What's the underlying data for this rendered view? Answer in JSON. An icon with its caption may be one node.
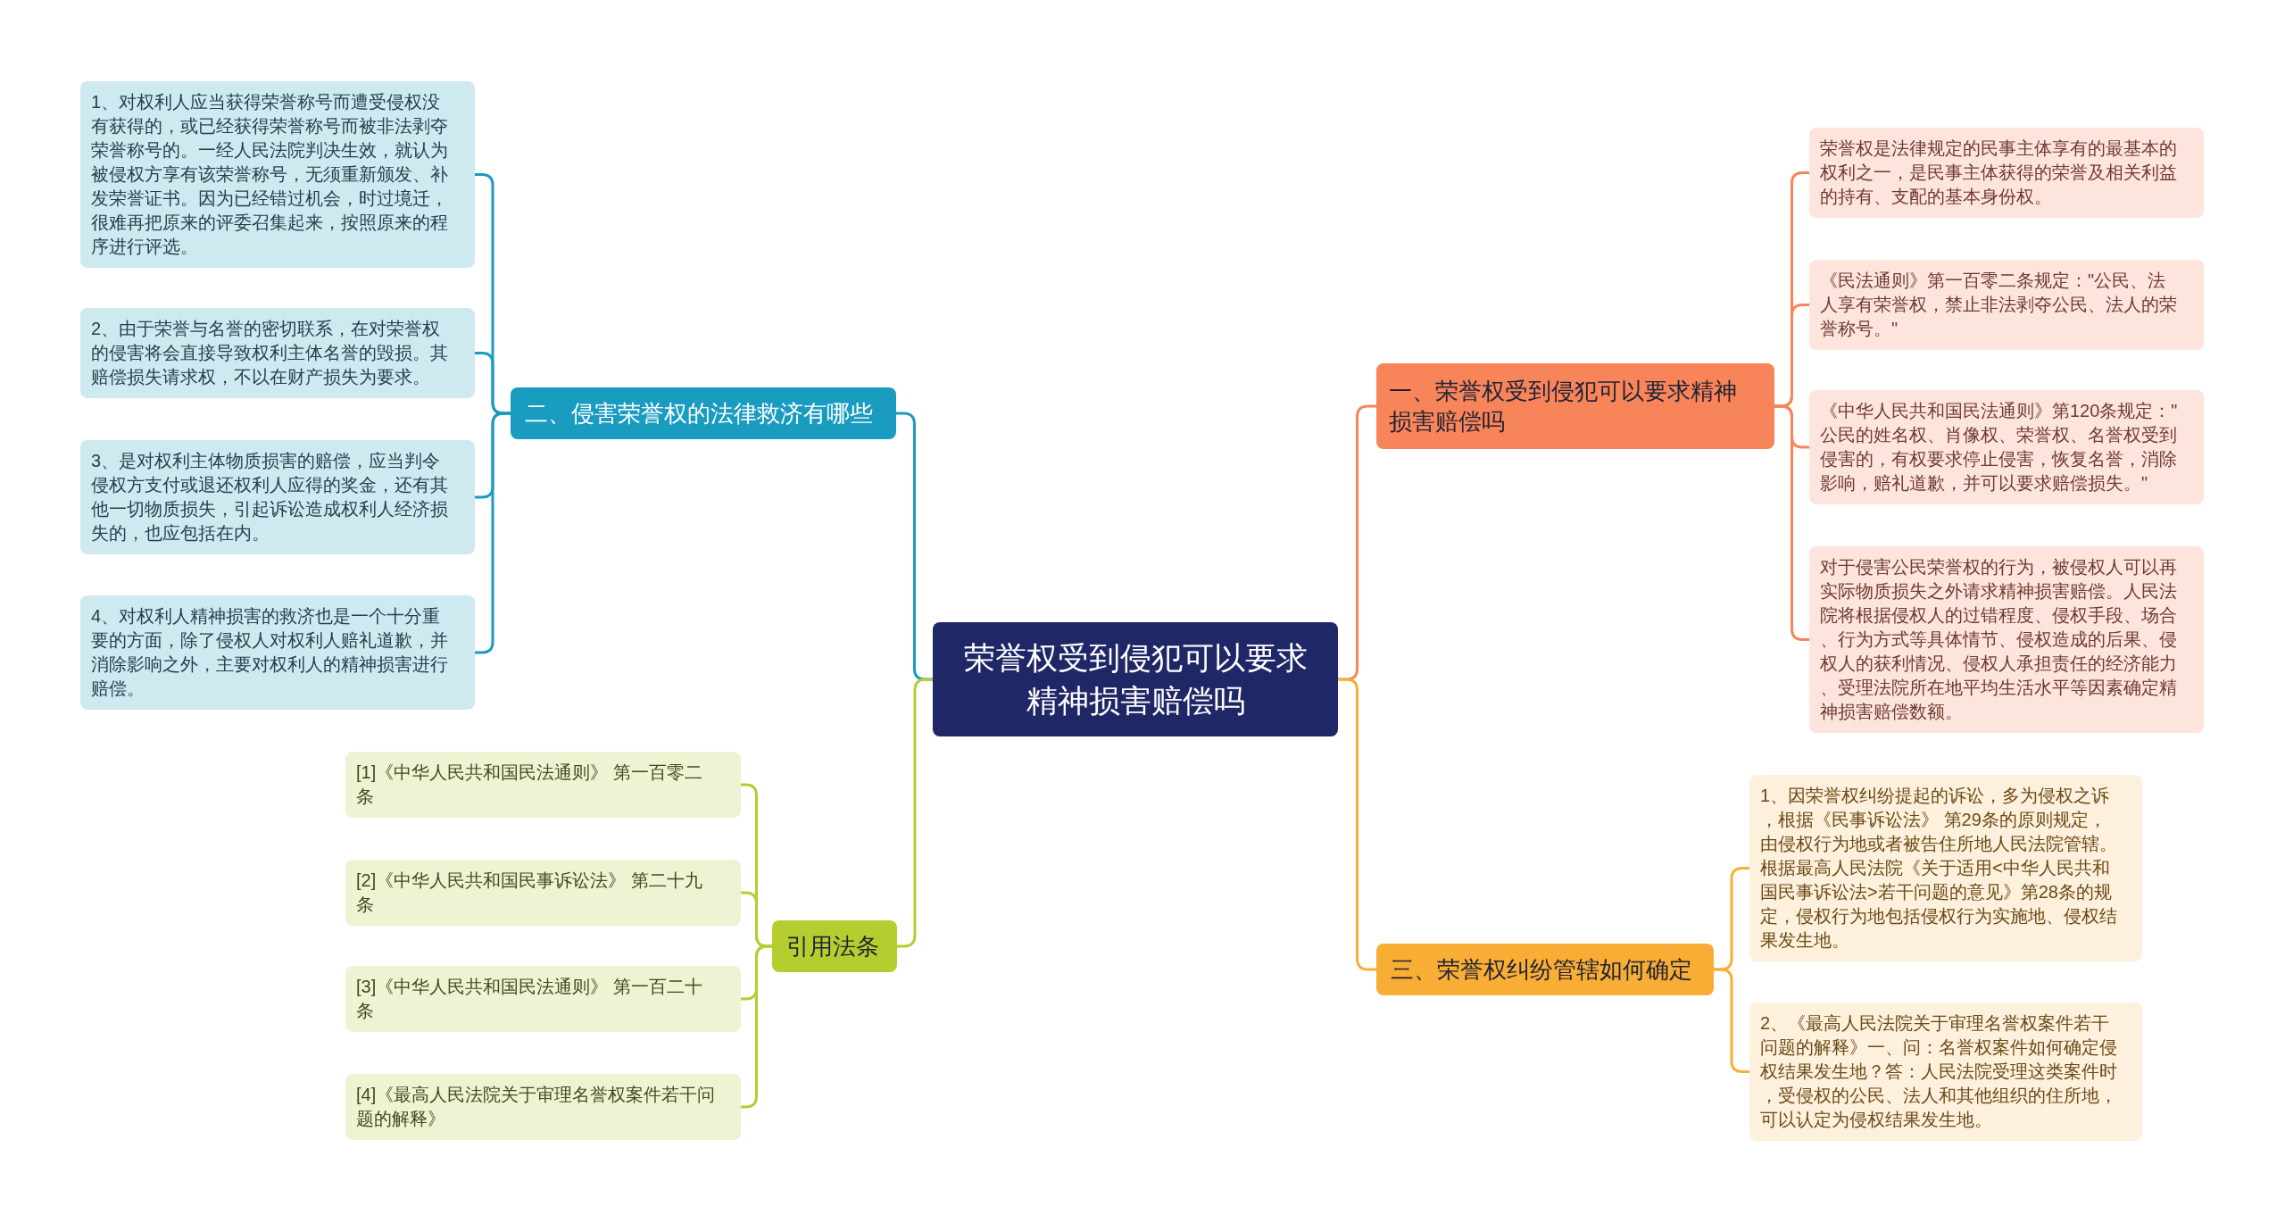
{
  "diagram": {
    "nodes": [
      {
        "text": [
          "荣誉权受到侵犯可以要求精神损害赔偿吗"
        ]
      },
      {
        "text": [
          "一、荣誉权受到侵犯可以要求精神损害赔偿吗"
        ]
      },
      {
        "text": [
          "荣誉权是法律规定的民事主体享有的最基本的权利之一，是民事主体获得的荣誉及相关利益的持有、支配的基本身份权。"
        ]
      },
      {
        "text": [
          "《民法通则》第一百零二条规定：\"公民、法人享有荣誉权，禁止非法剥夺公民、法人的荣誉称号。\""
        ]
      },
      {
        "text": [
          "《中华人民共和国民法通则》第120条规定：\"公民的姓名权、肖像权、荣誉权、名誉权受到侵害的，有权要求停止侵害，恢复名誉，消除影响，赔礼道歉，并可以要求赔偿损失。\""
        ]
      },
      {
        "text": [
          "对于侵害公民荣誉权的行为，被侵权人可以再实际物质损失之外请求精神损害赔偿。人民法院将根据侵权人的过错程度、侵权手段、场合、行为方式等具体情节、侵权造成的后果、侵权人的获利情况、侵权人承担责任的经济能力、受理法院所在地平均生活水平等因素确定精神损害赔偿数额。"
        ]
      },
      {
        "text": [
          "二、侵害荣誉权的法律救济有哪些"
        ]
      },
      {
        "text": [
          "1、对权利人应当获得荣誉称号而遭受侵权没有获得的，或已经获得荣誉称号而被非法剥夺荣誉称号的。一经人民法院判决生效，就认为被侵权方享有该荣誉称号，无须重新颁发、补发荣誉证书。因为已经错过机会，时过境迁，很难再把原来的评委召集起来，按照原来的程序进行评选。"
        ]
      },
      {
        "text": [
          "2、由于荣誉与名誉的密切联系，在对荣誉权的侵害将会直接导致权利主体名誉的毁损。其赔偿损失请求权，不以在财产损失为要求。"
        ]
      },
      {
        "text": [
          "3、是对权利主体物质损害的赔偿，应当判令侵权方支付或退还权利人应得的奖金，还有其他一切物质损失，引起诉讼造成权利人经济损失的，也应包括在内。"
        ]
      },
      {
        "text": [
          "4、对权利人精神损害的救济也是一个十分重要的方面，除了侵权人对权利人赔礼道歉，并消除影响之外，主要对权利人的精神损害进行赔偿。"
        ]
      },
      {
        "text": [
          "三、荣誉权纠纷管辖如何确定"
        ]
      },
      {
        "text": [
          "1、因荣誉权纠纷提起的诉讼，多为侵权之诉，根据《民事诉讼法》 第29条的原则规定，由侵权行为地或者被告住所地人民法院管辖。根据最高人民法院《关于适用<中华人民共和国民事诉讼法>若干问题的意见》第28条的规定，侵权行为地包括侵权行为实施地、侵权结果发生地。"
        ]
      },
      {
        "text": [
          "2、《最高人民法院关于审理名誉权案件若干问题的解释》一、问：名誉权案件如何确定侵权结果发生地？答：人民法院受理这类案件时，受侵权的公民、法人和其他组织的住所地，可以认定为侵权结果发生地。"
        ]
      },
      {
        "text": [
          "引用法条"
        ]
      },
      {
        "text": [
          "[1]《中华人民共和国民法通则》 第一百零二条"
        ]
      },
      {
        "text": [
          "[2]《中华人民共和国民事诉讼法》 第二十九条"
        ]
      },
      {
        "text": [
          "[3]《中华人民共和国民法通则》 第一百二十条"
        ]
      },
      {
        "text": [
          "[4]《最高人民法院关于审理名誉权案件若干问题的解释》"
        ]
      }
    ],
    "edges": [
      {
        "from": 0,
        "to": 1,
        "arrow": "none",
        "color": "#f8845a"
      },
      {
        "from": 1,
        "to": 2,
        "arrow": "none",
        "color": "#f8845a"
      },
      {
        "from": 1,
        "to": 3,
        "arrow": "none",
        "color": "#f8845a"
      },
      {
        "from": 1,
        "to": 4,
        "arrow": "none",
        "color": "#f8845a"
      },
      {
        "from": 1,
        "to": 5,
        "arrow": "none",
        "color": "#f8845a"
      },
      {
        "from": 0,
        "to": 6,
        "arrow": "none",
        "color": "#1a9bc0"
      },
      {
        "from": 6,
        "to": 7,
        "arrow": "none",
        "color": "#1a9bc0"
      },
      {
        "from": 6,
        "to": 8,
        "arrow": "none",
        "color": "#1a9bc0"
      },
      {
        "from": 6,
        "to": 9,
        "arrow": "none",
        "color": "#1a9bc0"
      },
      {
        "from": 6,
        "to": 10,
        "arrow": "none",
        "color": "#1a9bc0"
      },
      {
        "from": 0,
        "to": 11,
        "arrow": "none",
        "color": "#f8ad35"
      },
      {
        "from": 11,
        "to": 12,
        "arrow": "none",
        "color": "#f8ad35"
      },
      {
        "from": 11,
        "to": 13,
        "arrow": "none",
        "color": "#f8ad35"
      },
      {
        "from": 0,
        "to": 14,
        "arrow": "none",
        "color": "#b6cd2f"
      },
      {
        "from": 14,
        "to": 15,
        "arrow": "none",
        "color": "#b6cd2f"
      },
      {
        "from": 14,
        "to": 16,
        "arrow": "none",
        "color": "#b6cd2f"
      },
      {
        "from": 14,
        "to": 17,
        "arrow": "none",
        "color": "#b6cd2f"
      },
      {
        "from": 14,
        "to": 18,
        "arrow": "none",
        "color": "#b6cd2f"
      }
    ]
  }
}
